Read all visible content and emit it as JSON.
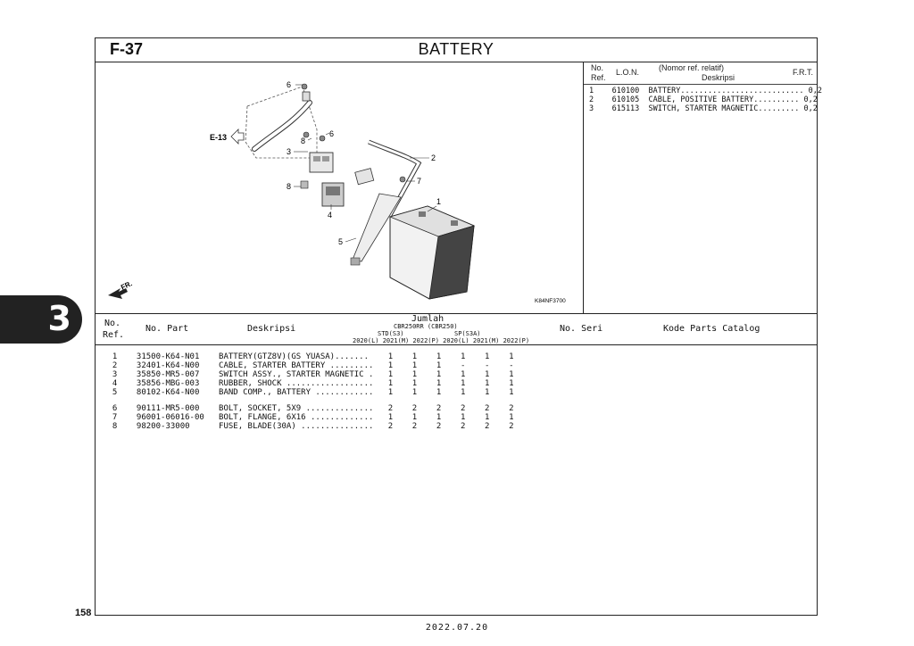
{
  "header": {
    "fig_code": "F-37",
    "title": "BATTERY"
  },
  "diagram": {
    "ref_label": "E-13",
    "code": "K84NF3700",
    "front_label": "FR.",
    "callouts": [
      "1",
      "2",
      "3",
      "4",
      "5",
      "6",
      "6",
      "7",
      "8",
      "8"
    ]
  },
  "lon_table": {
    "headers": {
      "no": "No.",
      "ref": "Ref.",
      "lon": "L.O.N.",
      "nomor": "(Nomor ref. relatif)",
      "desc": "Deskripsi",
      "frt": "F.R.T."
    },
    "rows": [
      {
        "text": "1    610100  BATTERY........................... 0,2"
      },
      {
        "text": "2    610105  CABLE, POSITIVE BATTERY.......... 0,2"
      },
      {
        "text": "3    615113  SWITCH, STARTER MAGNETIC......... 0,2"
      }
    ]
  },
  "parts_table": {
    "headers": {
      "no": "No.",
      "ref": "Ref.",
      "part": "No. Part",
      "desc": "Deskripsi",
      "jumlah": "Jumlah",
      "model": "CBR250RR (CBR250)",
      "std": "STD(S3)",
      "sp": "SP(S3A)",
      "years": "2020(L) 2021(M) 2022(P) 2020(L) 2021(M) 2022(P)",
      "seri": "No. Seri",
      "catalog": "Kode Parts Catalog"
    },
    "rows": [
      "  1    31500-K64-N01    BATTERY(GTZ8V)(GS YUASA).......    1    1    1    1    1    1",
      "  2    32401-K64-N00    CABLE, STARTER BATTERY .........   1    1    1    -    -    -",
      "  3    35850-MR5-007    SWITCH ASSY., STARTER MAGNETIC .   1    1    1    1    1    1",
      "  4    35856-MBG-003    RUBBER, SHOCK ..................   1    1    1    1    1    1",
      "  5    80102-K64-N00    BAND COMP., BATTERY ............   1    1    1    1    1    1",
      "  6    90111-MR5-000    BOLT, SOCKET, 5X9 ..............   2    2    2    2    2    2",
      "  7    96001-06016-00   BOLT, FLANGE, 6X16 .............   1    1    1    1    1    1",
      "  8    98200-33000      FUSE, BLADE(30A) ...............   2    2    2    2    2    2"
    ]
  },
  "page_number": "158",
  "date": "2022.07.20",
  "section_tab": "3"
}
